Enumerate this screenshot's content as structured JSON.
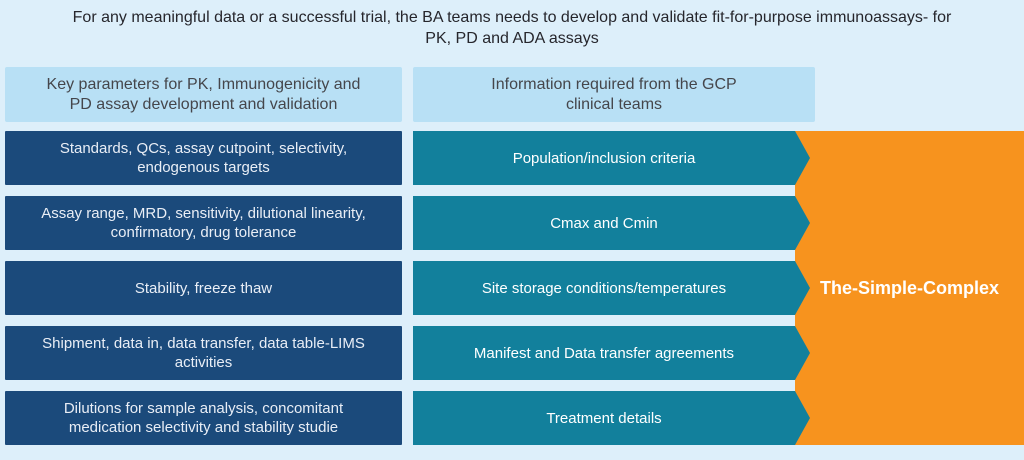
{
  "title": {
    "line1": "For any meaningful data or a successful trial, the BA teams needs to develop and validate fit-for-purpose immunoassays- for",
    "line2": "PK, PD and ADA assays"
  },
  "left_column": {
    "header": {
      "line1": "Key parameters for PK, Immunogenicity and",
      "line2": "PD assay development and validation"
    },
    "items": [
      "Standards, QCs, assay cutpoint, selectivity, endogenous targets",
      "Assay range, MRD, sensitivity, dilutional linearity, confirmatory, drug tolerance",
      "Stability, freeze thaw",
      "Shipment, data in, data transfer, data table-LIMS activities",
      "Dilutions for sample analysis, concomitant medication selectivity and stability studie"
    ]
  },
  "right_column": {
    "header": {
      "line1": "Information required from the GCP",
      "line2": "clinical teams"
    },
    "items": [
      "Population/inclusion criteria",
      "Cmax and Cmin",
      "Site storage conditions/temperatures",
      "Manifest and Data transfer agreements",
      "Treatment details"
    ]
  },
  "banner": {
    "label": "The-Simple-Complex"
  },
  "colors": {
    "background": "#ddeffa",
    "header_bg": "#b8e0f5",
    "navy_box": "#1b4a7b",
    "teal_arrow": "#12809c",
    "orange_banner": "#f7931e",
    "title_text": "#26262c",
    "header_text": "#45464b",
    "box_text": "#ffffff"
  }
}
